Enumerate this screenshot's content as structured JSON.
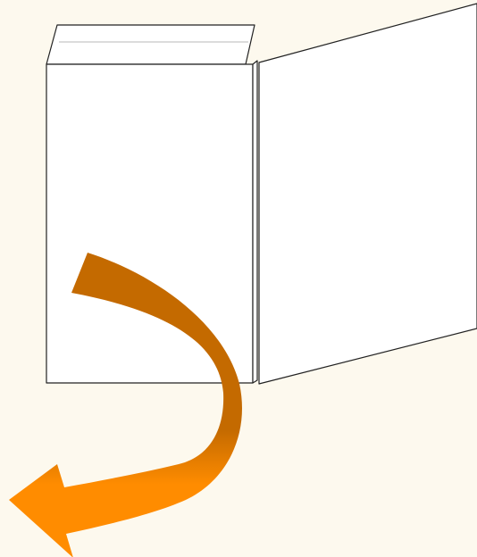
{
  "diagram": {
    "subject": "envelope-unfolding-instruction",
    "components": [
      {
        "id": "envelope-front",
        "shape": "rectangle"
      },
      {
        "id": "envelope-flap",
        "shape": "trapezoid"
      },
      {
        "id": "envelope-back-panel",
        "shape": "parallelogram"
      },
      {
        "id": "turn-arrow",
        "shape": "curved-arrow",
        "direction": "down-then-left"
      }
    ]
  },
  "colors": {
    "background": "#fdf9ee",
    "paper": "#ffffff",
    "outline": "#222222",
    "fold_line": "#b8b8b8",
    "arrow_dark": "#c46a00",
    "arrow_light": "#ff8c00"
  }
}
